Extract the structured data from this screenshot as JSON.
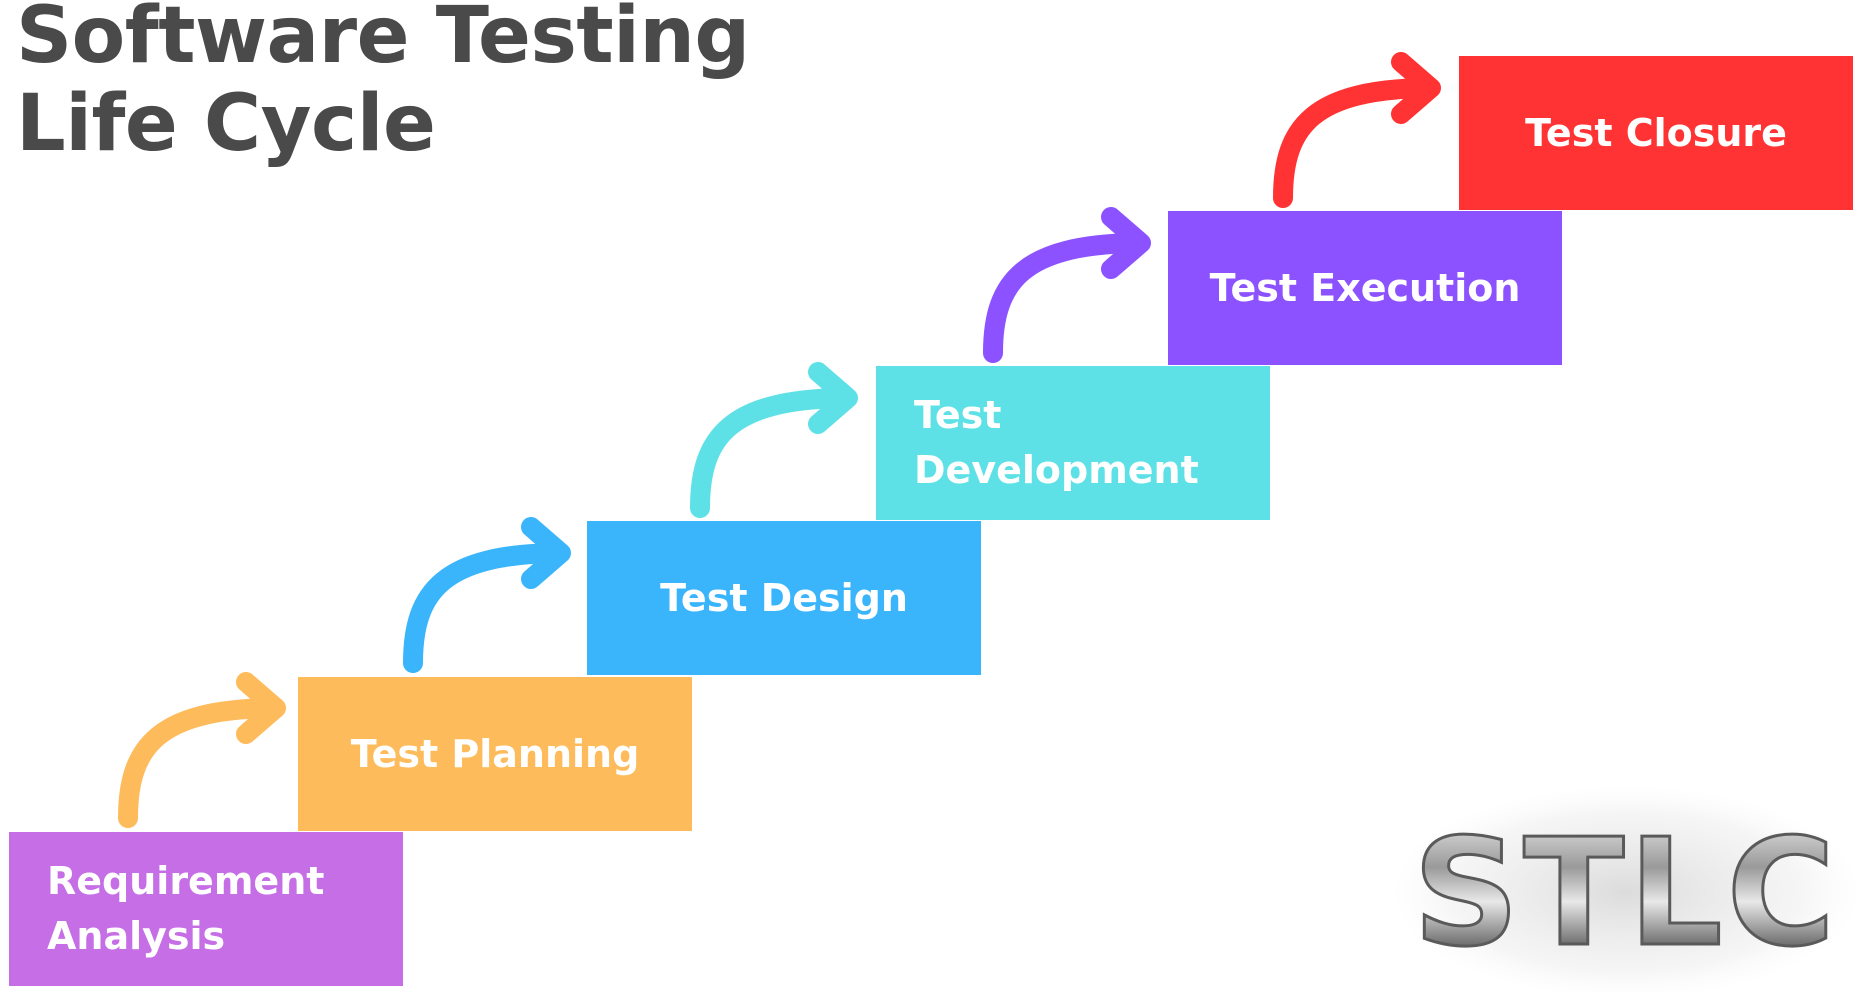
{
  "title": "Software Testing\nLife Cycle",
  "steps": [
    {
      "label": "Requirement\nAnalysis",
      "color": "#c56ee6"
    },
    {
      "label": "Test Planning",
      "color": "#fdbb5b"
    },
    {
      "label": "Test Design",
      "color": "#3ab5fb"
    },
    {
      "label": "Test\nDevelopment",
      "color": "#5ee1e6"
    },
    {
      "label": "Test Execution",
      "color": "#8c52ff"
    },
    {
      "label": "Test Closure",
      "color": "#ff3333"
    }
  ],
  "arrows": [
    {
      "from": "Requirement Analysis",
      "to": "Test Planning",
      "color": "#fdbb5b",
      "icon": "curved-arrow-icon"
    },
    {
      "from": "Test Planning",
      "to": "Test Design",
      "color": "#3ab5fb",
      "icon": "curved-arrow-icon"
    },
    {
      "from": "Test Design",
      "to": "Test Development",
      "color": "#5ee1e6",
      "icon": "curved-arrow-icon"
    },
    {
      "from": "Test Development",
      "to": "Test Execution",
      "color": "#8c52ff",
      "icon": "curved-arrow-icon"
    },
    {
      "from": "Test Execution",
      "to": "Test Closure",
      "color": "#ff3333",
      "icon": "curved-arrow-icon"
    }
  ],
  "logo": {
    "text": "STLC",
    "style": "chrome-metallic"
  }
}
